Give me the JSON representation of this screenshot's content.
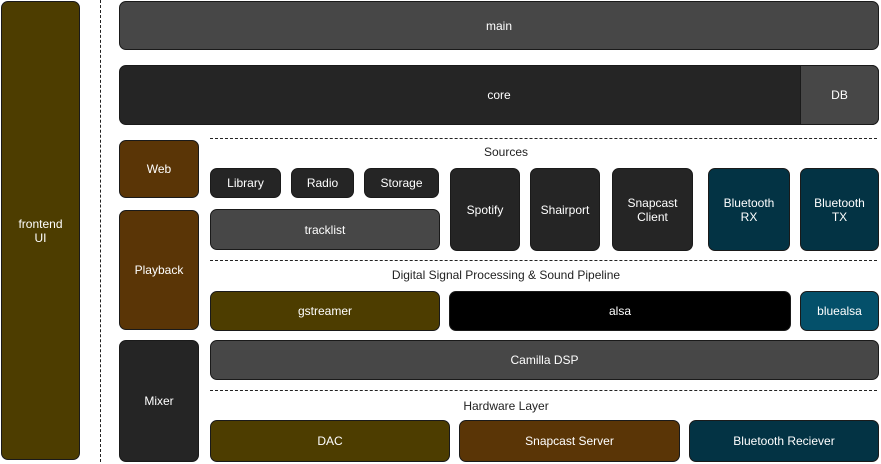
{
  "frontend": {
    "label": "frontend\nUI"
  },
  "main": {
    "label": "main"
  },
  "core": {
    "label": "core",
    "db_label": "DB"
  },
  "side": {
    "web": "Web",
    "playback": "Playback",
    "mixer": "Mixer"
  },
  "sources": {
    "title": "Sources",
    "library": "Library",
    "radio": "Radio",
    "storage": "Storage",
    "tracklist": "tracklist",
    "spotify": "Spotify",
    "shairport": "Shairport",
    "snapcast_client": "Snapcast\nClient",
    "bluetooth_rx": "Bluetooth\nRX",
    "bluetooth_tx": "Bluetooth\nTX"
  },
  "dsp": {
    "title": "Digital Signal Processing & Sound Pipeline",
    "gstreamer": "gstreamer",
    "alsa": "alsa",
    "bluealsa": "bluealsa",
    "camilla": "Camilla DSP"
  },
  "hardware": {
    "title": "Hardware Layer",
    "dac": "DAC",
    "snapcast_server": "Snapcast Server",
    "bluetooth_receiver": "Bluetooth Reciever"
  },
  "colors": {
    "olive": "#4d3d00",
    "brown": "#5a3506",
    "grey": "#474747",
    "dark": "#252525",
    "black": "#000000",
    "teal": "#033344",
    "teal_light": "#04506a"
  }
}
